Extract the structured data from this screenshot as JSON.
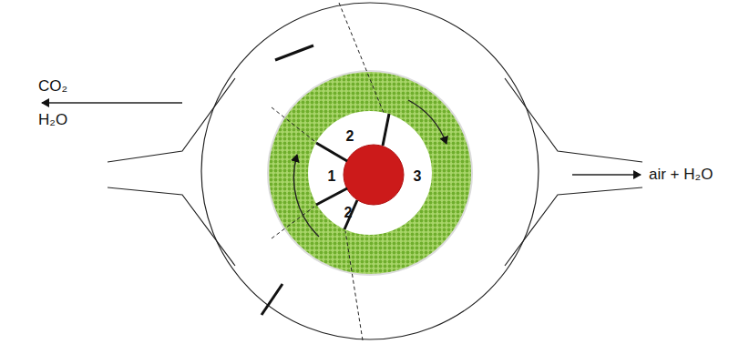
{
  "diagram": {
    "labels": [
      "CO₂",
      "H₂O",
      "air + H₂O",
      "1",
      "2",
      "2",
      "3"
    ]
  }
}
